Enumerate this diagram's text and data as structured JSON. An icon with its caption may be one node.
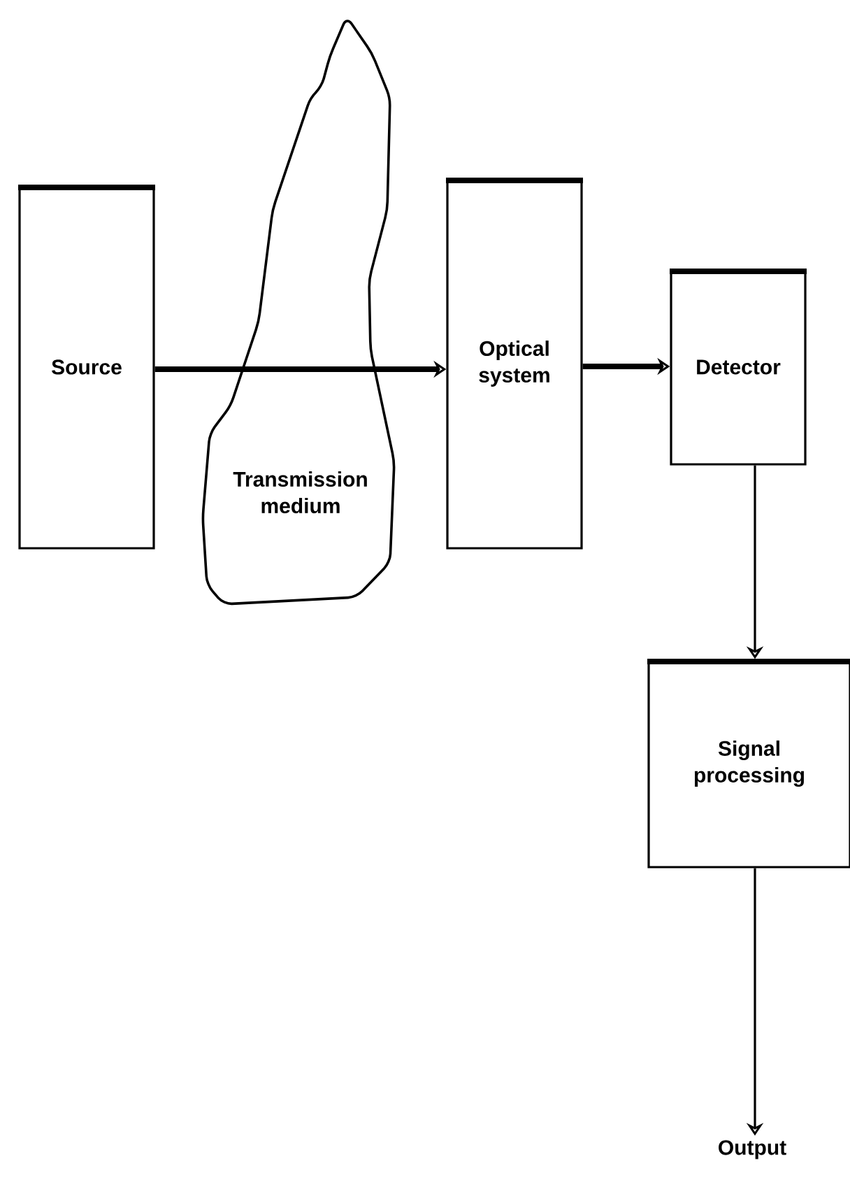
{
  "diagram": {
    "nodes": [
      {
        "text": [
          "Source"
        ]
      },
      {
        "text": [
          "Transmission medium"
        ]
      },
      {
        "text": [
          "Optical system"
        ]
      },
      {
        "text": [
          "Detector"
        ]
      },
      {
        "text": [
          "Signal processing"
        ]
      },
      {
        "text": [
          "Output"
        ]
      }
    ],
    "edges": [
      {
        "from": 0,
        "to": 2,
        "arrow": "to",
        "style": "thick"
      },
      {
        "from": 2,
        "to": 3,
        "arrow": "to",
        "style": "thick"
      },
      {
        "from": 3,
        "to": 4,
        "arrow": "to"
      },
      {
        "from": 4,
        "to": 5,
        "arrow": "to"
      }
    ]
  }
}
